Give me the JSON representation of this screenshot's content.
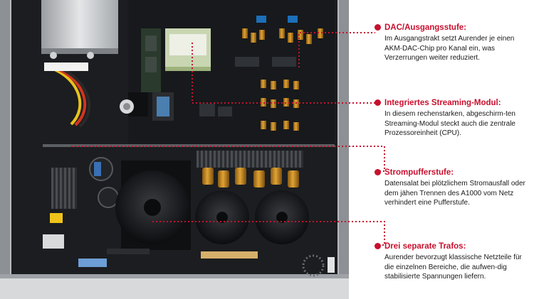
{
  "callouts": [
    {
      "title": "DAC/Ausgangsstufe:",
      "text": "Im Ausgangstrakt setzt Aurender je einen AKM-DAC-Chip pro Kanal ein, was Verzerrungen weiter reduziert."
    },
    {
      "title": "Integriertes Streaming-Modul:",
      "text": "In diesem rechenstarken, abgeschirm-ten Streaming-Modul steckt auch die zentrale Prozessoreinheit (CPU)."
    },
    {
      "title": "Strompufferstufe:",
      "text": "Datensalat bei plötzlichem Stromausfall oder dem jähen Trennen des A1000 vom Netz verhindert eine Pufferstufe."
    },
    {
      "title": "Drei separate Trafos:",
      "text": "Aurender bevorzugt klassische Netzteile für die einzelnen Bereiche, die aufwen-dig stabilisierte Spannungen liefern."
    }
  ],
  "colors": {
    "accent": "#c8102e",
    "text": "#1a1a1a",
    "board": "#1b1d20",
    "chassis": "#c9cbcd"
  }
}
